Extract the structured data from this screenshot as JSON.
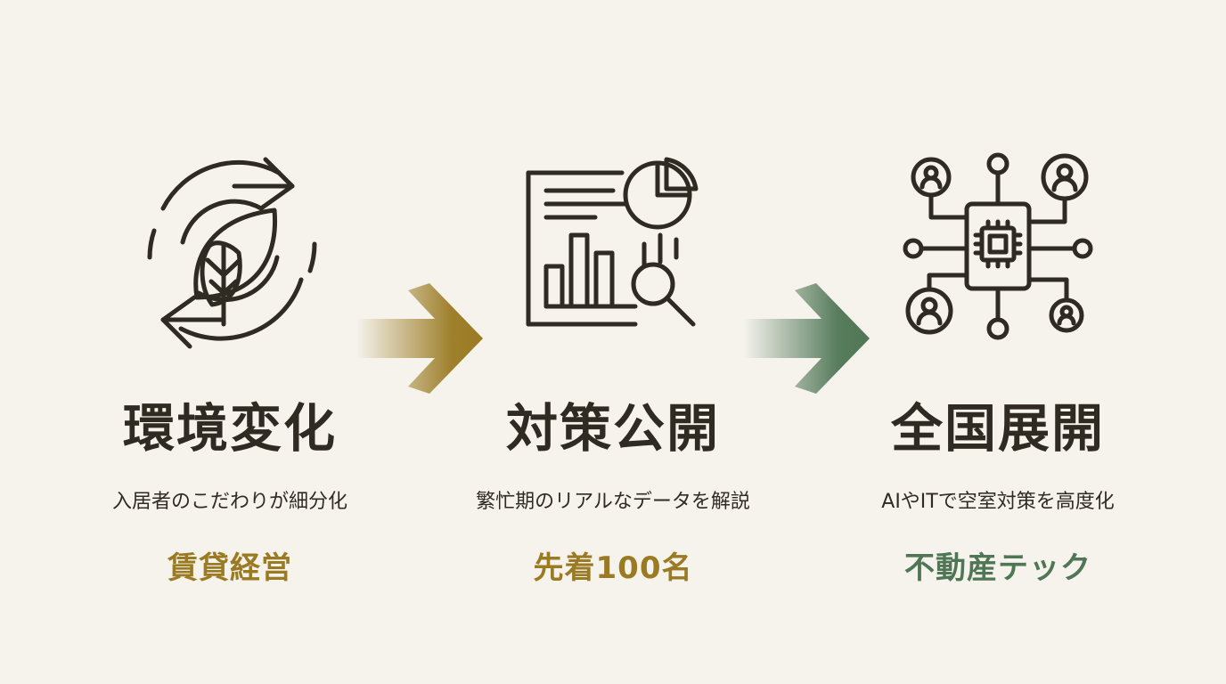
{
  "colors": {
    "background": "#f6f3ed",
    "text": "#2f2a22",
    "gold": "#9a7a22",
    "green": "#4f7655"
  },
  "steps": [
    {
      "title": "環境変化",
      "subtitle": "入居者のこだわりが細分化",
      "tag": "賃貸経営",
      "tag_color": "#9a7a22",
      "icon": "recycle-leaf-icon"
    },
    {
      "title": "対策公開",
      "subtitle": "繁忙期のリアルなデータを解説",
      "tag": "先着100名",
      "tag_color": "#9a7a22",
      "icon": "report-analytics-icon"
    },
    {
      "title": "全国展開",
      "subtitle": "AIやITで空室対策を高度化",
      "tag": "不動産テック",
      "tag_color": "#4f7655",
      "icon": "ai-network-icon"
    }
  ]
}
